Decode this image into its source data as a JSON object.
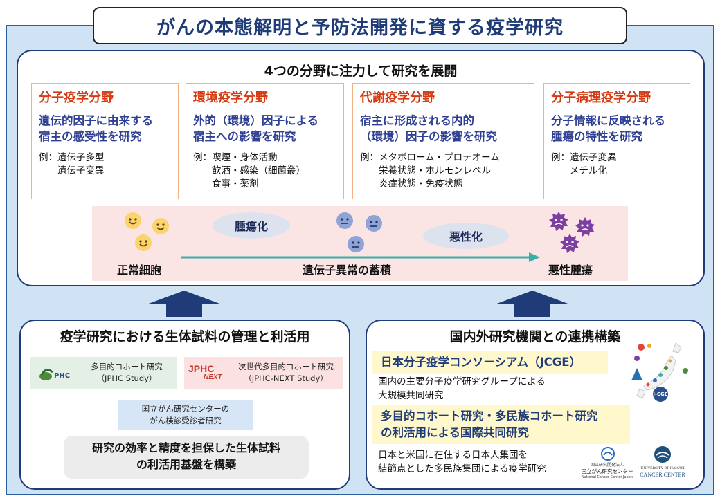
{
  "title": "がんの本態解明と予防法開発に資する疫学研究",
  "top_panel": {
    "heading": "4つの分野に注力して研究を展開",
    "fields": [
      {
        "name": "分子疫学分野",
        "desc": [
          "遺伝的因子に由来する",
          "宿主の感受性を研究"
        ],
        "example_prefix": "例：",
        "examples": [
          "遺伝子多型",
          "遺伝子変異"
        ]
      },
      {
        "name": "環境疫学分野",
        "desc": [
          "外的（環境）因子による",
          "宿主への影響を研究"
        ],
        "example_prefix": "例：",
        "examples": [
          "喫煙・身体活動",
          "飲酒・感染（細菌叢）",
          "食事・薬剤"
        ]
      },
      {
        "name": "代謝疫学分野",
        "desc": [
          "宿主に形成される内的",
          "（環境）因子の影響を研究"
        ],
        "example_prefix": "例：",
        "examples": [
          "メタボローム・プロテオーム",
          "栄養状態・ホルモンレベル",
          "炎症状態・免疫状態"
        ]
      },
      {
        "name": "分子病理疫学分野",
        "desc": [
          "分子情報に反映される",
          "腫瘍の特性を研究"
        ],
        "example_prefix": "例：",
        "examples": [
          "遺伝子変異",
          "メチル化"
        ]
      }
    ],
    "progression": {
      "stage1": "正常細胞",
      "stage2": "遺伝子異常の蓄積",
      "stage3": "悪性腫瘍",
      "step1": "腫瘍化",
      "step2": "悪性化"
    }
  },
  "left_panel": {
    "heading": "疫学研究における生体試料の管理と利活用",
    "jphc": {
      "logo": "PHC",
      "line1": "多目的コホート研究",
      "line2": "（JPHC Study）"
    },
    "jphc_next": {
      "logo_main": "JPHC",
      "logo_sub": "NEXT",
      "line1": "次世代多目的コホート研究",
      "line2": "（JPHC-NEXT Study）"
    },
    "screening": {
      "line1": "国立がん研究センターの",
      "line2": "がん検診受診者研究"
    },
    "summary": [
      "研究の効率と精度を担保した生体試料",
      "の利活用基盤を構築"
    ]
  },
  "right_panel": {
    "heading": "国内外研究機関との連携構築",
    "jcge_title": "日本分子疫学コンソーシアム（JCGE）",
    "jcge_desc": [
      "国内の主要分子疫学研究グループによる",
      "大規模共同研究"
    ],
    "mec_title": [
      "多目的コホート研究・多民族コホート研究",
      "の利活用による国際共同研究"
    ],
    "mec_desc": [
      "日本と米国に在住する日本人集団を",
      "結節点とした多民族集団による疫学研究"
    ],
    "map_badge": "J-CGE",
    "ncc_logo": {
      "line1": "国立研究開発法人",
      "line2": "国立がん研究センター",
      "line3": "National Cancer Center Japan"
    },
    "uh_logo": {
      "line1": "UNIVERSITY OF HAWAI'I",
      "line2": "CANCER CENTER"
    }
  },
  "colors": {
    "navy": "#1f3c78",
    "field_name": "#d63a12",
    "field_desc": "#2e3f94",
    "band": "#fbe4e4",
    "arrow": "#3aaea8",
    "cancer": "#7d3fa0",
    "highlight": "#fff8cc"
  }
}
